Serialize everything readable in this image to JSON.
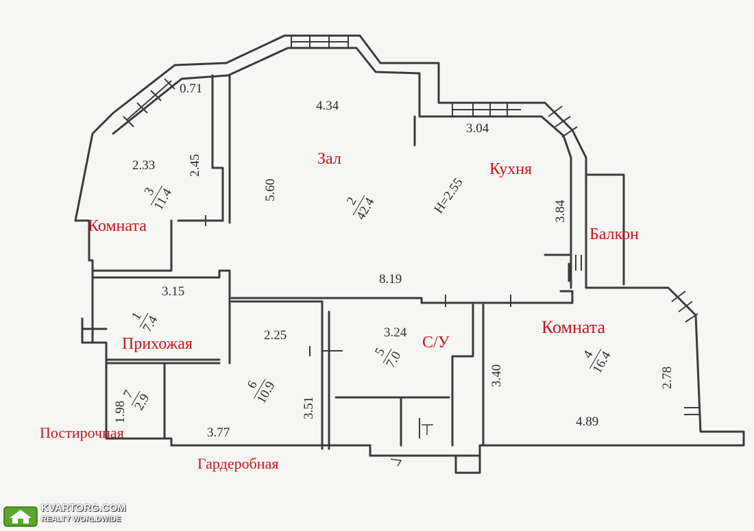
{
  "rooms": {
    "room_3": {
      "name": "Комната",
      "number": "3",
      "area": "11.4"
    },
    "room_2": {
      "name": "Зал",
      "number": "2",
      "area": "42.4"
    },
    "kitchen": {
      "name": "Кухня",
      "height": "H=2.55"
    },
    "balcony": {
      "name": "Балкон"
    },
    "room_1": {
      "name": "Прихожая",
      "number": "1",
      "area": "7.4"
    },
    "room_5": {
      "name": "С/У",
      "number": "5",
      "area": "7.0"
    },
    "room_4": {
      "name": "Комната",
      "number": "4",
      "area": "16.4"
    },
    "room_6": {
      "name": "Гардеробная",
      "number": "6",
      "area": "10.9"
    },
    "room_7": {
      "name": "Постирочная",
      "number": "7",
      "area": "2.9"
    }
  },
  "dimensions": {
    "d_0_71": "0.71",
    "d_2_33": "2.33",
    "d_2_45": "2.45",
    "d_4_34": "4.34",
    "d_5_60": "5.60",
    "d_3_04": "3.04",
    "d_3_84": "3.84",
    "d_8_19": "8.19",
    "d_3_15": "3.15",
    "d_2_25": "2.25",
    "d_3_24": "3.24",
    "d_3_40": "3.40",
    "d_2_78": "2.78",
    "d_4_89": "4.89",
    "d_3_51": "3.51",
    "d_3_77": "3.77",
    "d_1_98": "1.98"
  },
  "watermark": {
    "line1": "KVARTORG.COM",
    "line2": "REALTY WORLDWIDE"
  }
}
